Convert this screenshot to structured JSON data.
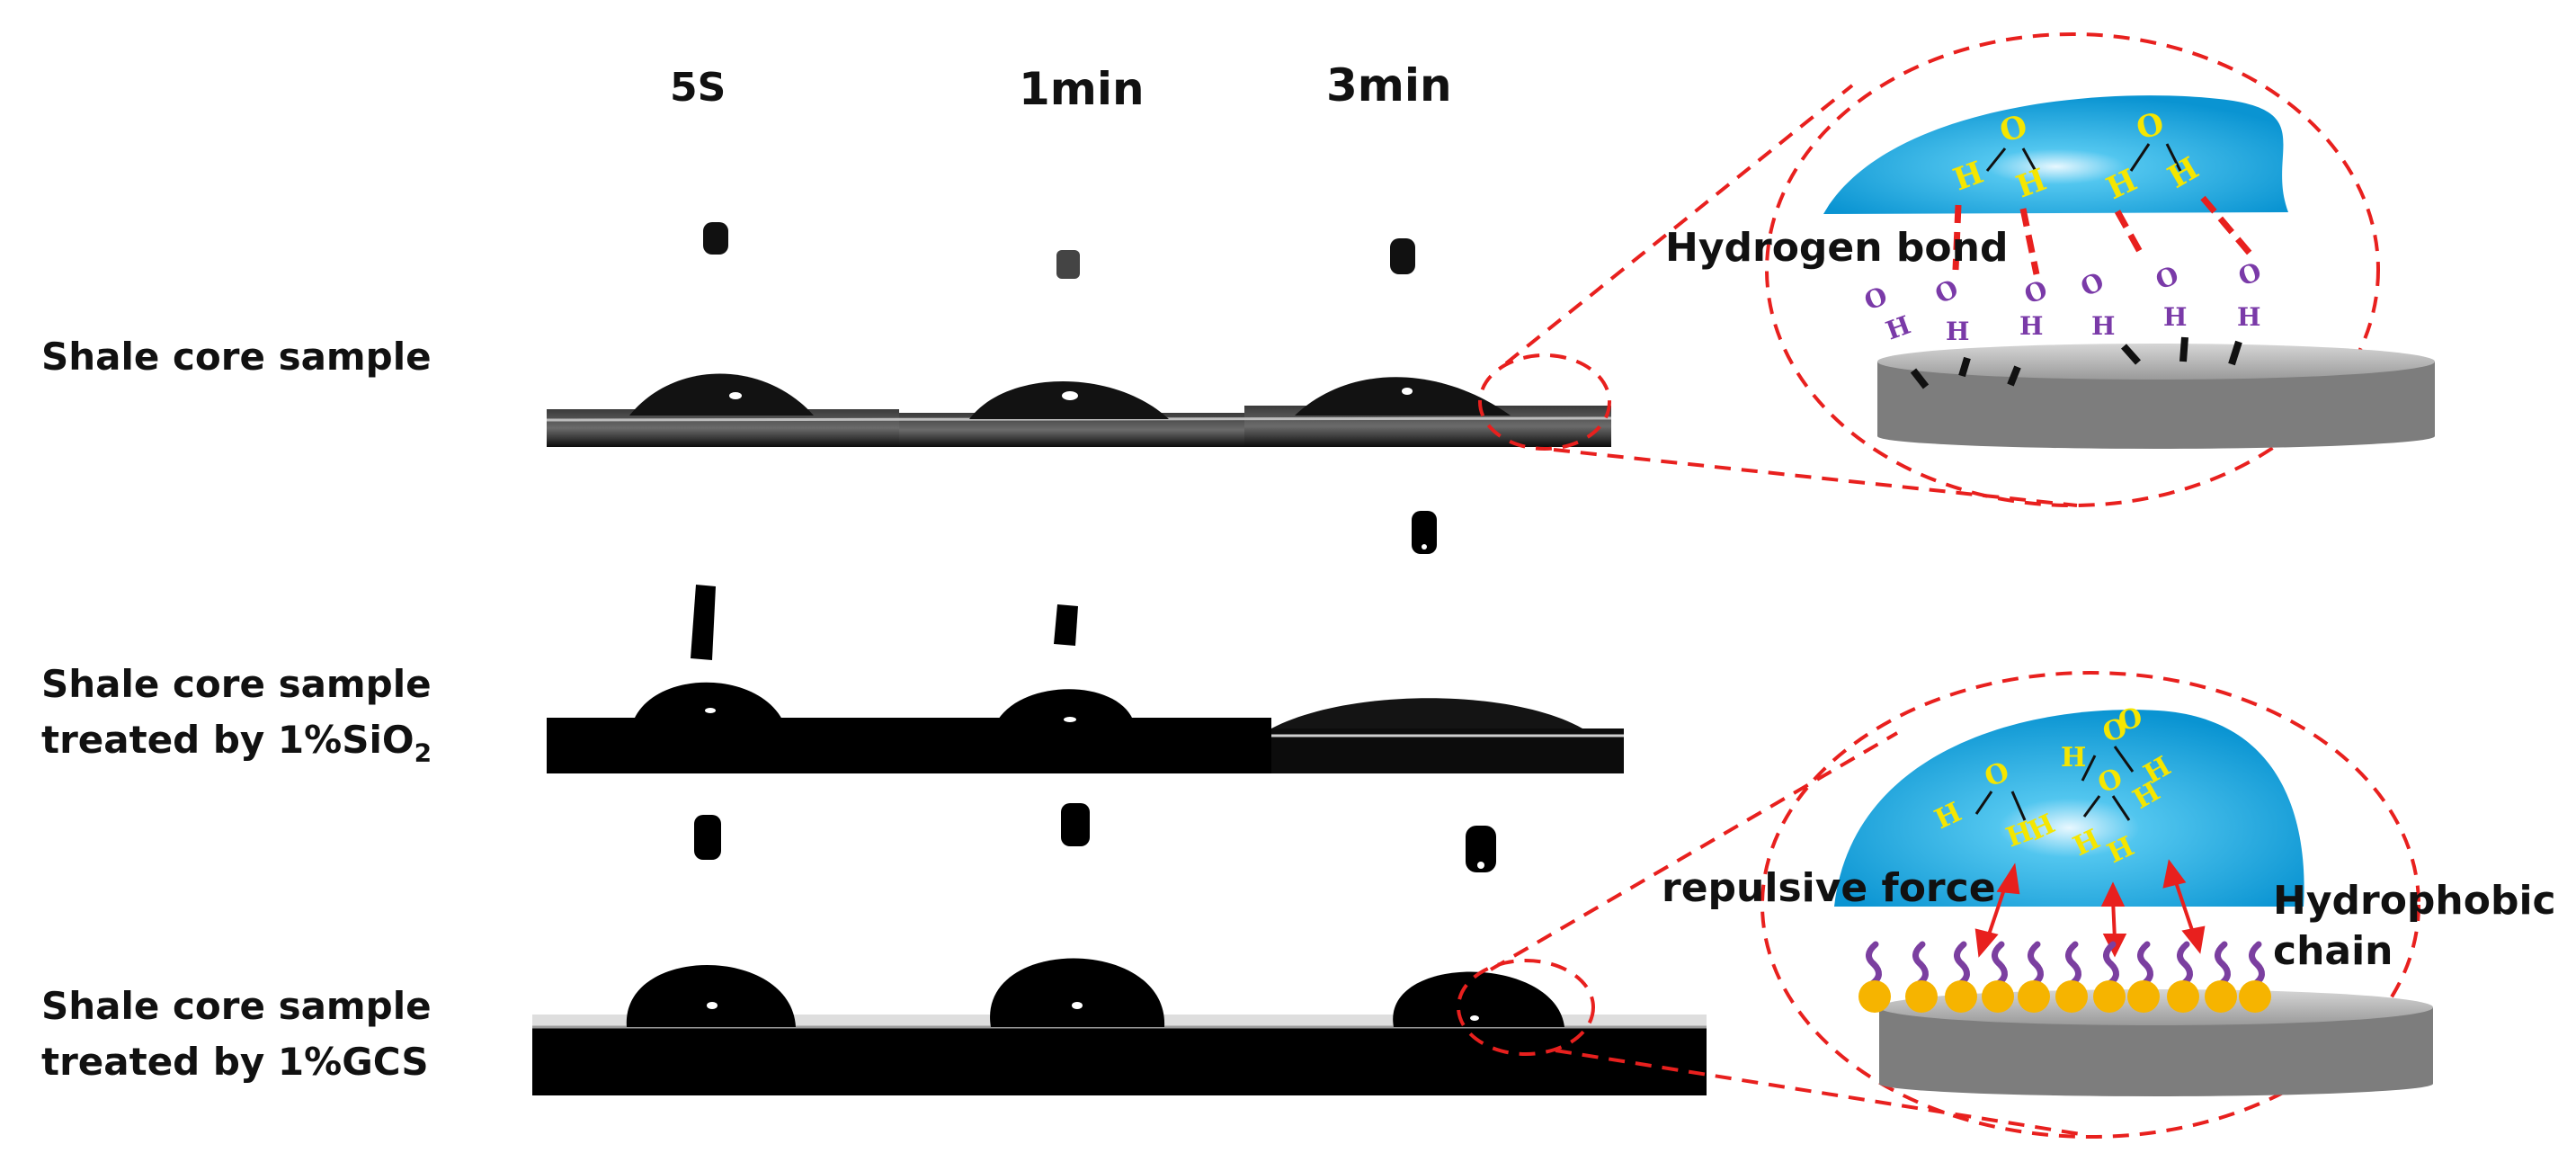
{
  "columns": [
    "5S",
    "1min",
    "3min"
  ],
  "rows": [
    {
      "label_line1": "Shale core sample",
      "label_line2": "",
      "label_sub": ""
    },
    {
      "label_line1": "Shale core sample",
      "label_line2": "treated by 1%SiO",
      "label_sub": "2"
    },
    {
      "label_line1": "Shale core sample",
      "label_line2": "treated by 1%GCS",
      "label_sub": ""
    }
  ],
  "inset_top": {
    "label": "Hydrogen bond",
    "water_atoms": [
      "O",
      "H",
      "H",
      "O",
      "H",
      "H"
    ],
    "surface_atoms": [
      "O",
      "H",
      "O",
      "H",
      "O",
      "H",
      "O",
      "H",
      "O",
      "H",
      "O",
      "H"
    ]
  },
  "inset_bottom": {
    "label_force": "repulsive force",
    "label_chain_1": "Hydrophobic",
    "label_chain_2": "chain",
    "water_atoms": [
      "H",
      "O",
      "H",
      "H",
      "O",
      "H",
      "H",
      "O",
      "H",
      "O",
      "H",
      "H"
    ]
  },
  "colors": {
    "callout": "#e8201e",
    "droplet": "#1aa6dd",
    "hydrogen_text": "#f5e600",
    "surface_text": "#7a3aa8",
    "chain": "#7b3fa0",
    "bead": "#f6b400",
    "substrate": "#7d7d7d"
  }
}
